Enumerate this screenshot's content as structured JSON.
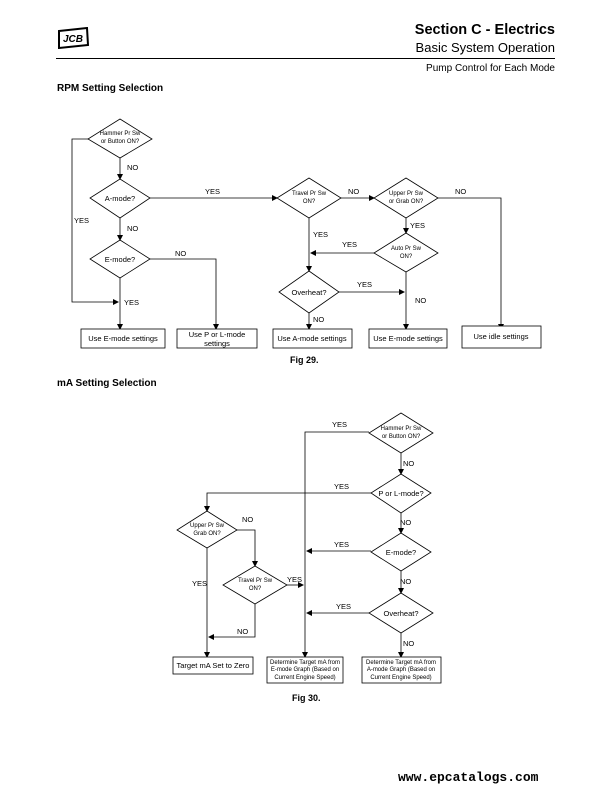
{
  "header": {
    "section": "Section C - Electrics",
    "subtitle": "Basic System Operation",
    "topic": "Pump Control for Each Mode",
    "logo_text": "JCB"
  },
  "rpm": {
    "heading": "RPM Setting Selection",
    "figure": "Fig 29.",
    "decisions": {
      "hammer": [
        "Hammer Pr Sw",
        "or Button ON?"
      ],
      "amode": "A-mode?",
      "emode": "E-mode?",
      "travel": [
        "Travel Pr Sw",
        "ON?"
      ],
      "upper": [
        "Upper Pr Sw",
        "or Grab ON?"
      ],
      "auto": [
        "Auto Pr Sw",
        "ON?"
      ],
      "overheat": "Overheat?"
    },
    "boxes": {
      "e1": "Use E-mode settings",
      "pl": [
        "Use P or L-mode",
        "settings"
      ],
      "a": "Use A-mode settings",
      "e2": "Use E-mode settings",
      "idle": "Use idle settings"
    },
    "labels": {
      "yes": "YES",
      "no": "NO"
    }
  },
  "ma": {
    "heading": "mA Setting Selection",
    "figure": "Fig 30.",
    "decisions": {
      "hammer": [
        "Hammer Pr Sw",
        "or Button ON?"
      ],
      "pl": "P or L-mode?",
      "emode": "E-mode?",
      "overheat": "Overheat?",
      "upper": [
        "Upper Pr Sw",
        "Grab ON?"
      ],
      "travel": [
        "Travel Pr Sw",
        "ON?"
      ]
    },
    "boxes": {
      "zero": "Target mA Set to Zero",
      "egraph": [
        "Determine Target mA from",
        "E-mode Graph (Based on",
        "Current Engine Speed)"
      ],
      "agraph": [
        "Determine Target mA from",
        "A-mode Graph (Based on",
        "Current Engine Speed)"
      ]
    },
    "labels": {
      "yes": "YES",
      "no": "NO"
    }
  },
  "footer": {
    "url": "www.epcatalogs.com"
  }
}
